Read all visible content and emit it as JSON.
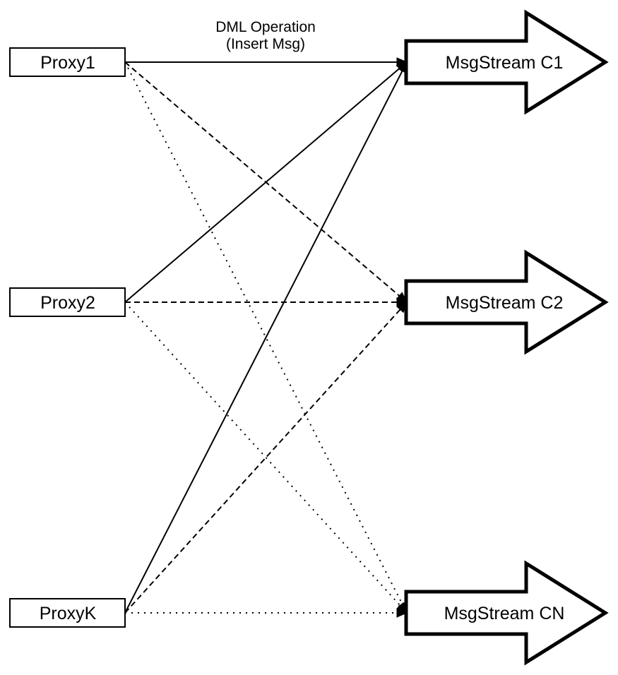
{
  "edge_label": {
    "line1": "DML Operation",
    "line2": "(Insert Msg)"
  },
  "proxies": [
    {
      "label": "Proxy1"
    },
    {
      "label": "Proxy2"
    },
    {
      "label": "ProxyK"
    }
  ],
  "streams": [
    {
      "label": "MsgStream C1",
      "incoming_line_style": "solid"
    },
    {
      "label": "MsgStream C2",
      "incoming_line_style": "dashed"
    },
    {
      "label": "MsgStream CN",
      "incoming_line_style": "dotted"
    }
  ],
  "edges": [
    {
      "from": "Proxy1",
      "to": "MsgStream C1",
      "style": "solid"
    },
    {
      "from": "Proxy2",
      "to": "MsgStream C1",
      "style": "solid"
    },
    {
      "from": "ProxyK",
      "to": "MsgStream C1",
      "style": "solid"
    },
    {
      "from": "Proxy1",
      "to": "MsgStream C2",
      "style": "dashed"
    },
    {
      "from": "Proxy2",
      "to": "MsgStream C2",
      "style": "dashed"
    },
    {
      "from": "ProxyK",
      "to": "MsgStream C2",
      "style": "dashed"
    },
    {
      "from": "Proxy1",
      "to": "MsgStream CN",
      "style": "dotted"
    },
    {
      "from": "Proxy2",
      "to": "MsgStream CN",
      "style": "dotted"
    },
    {
      "from": "ProxyK",
      "to": "MsgStream CN",
      "style": "dotted"
    }
  ],
  "colors": {
    "stroke": "#000000",
    "shape_fill": "#ffffff",
    "background": "#ffffff"
  }
}
